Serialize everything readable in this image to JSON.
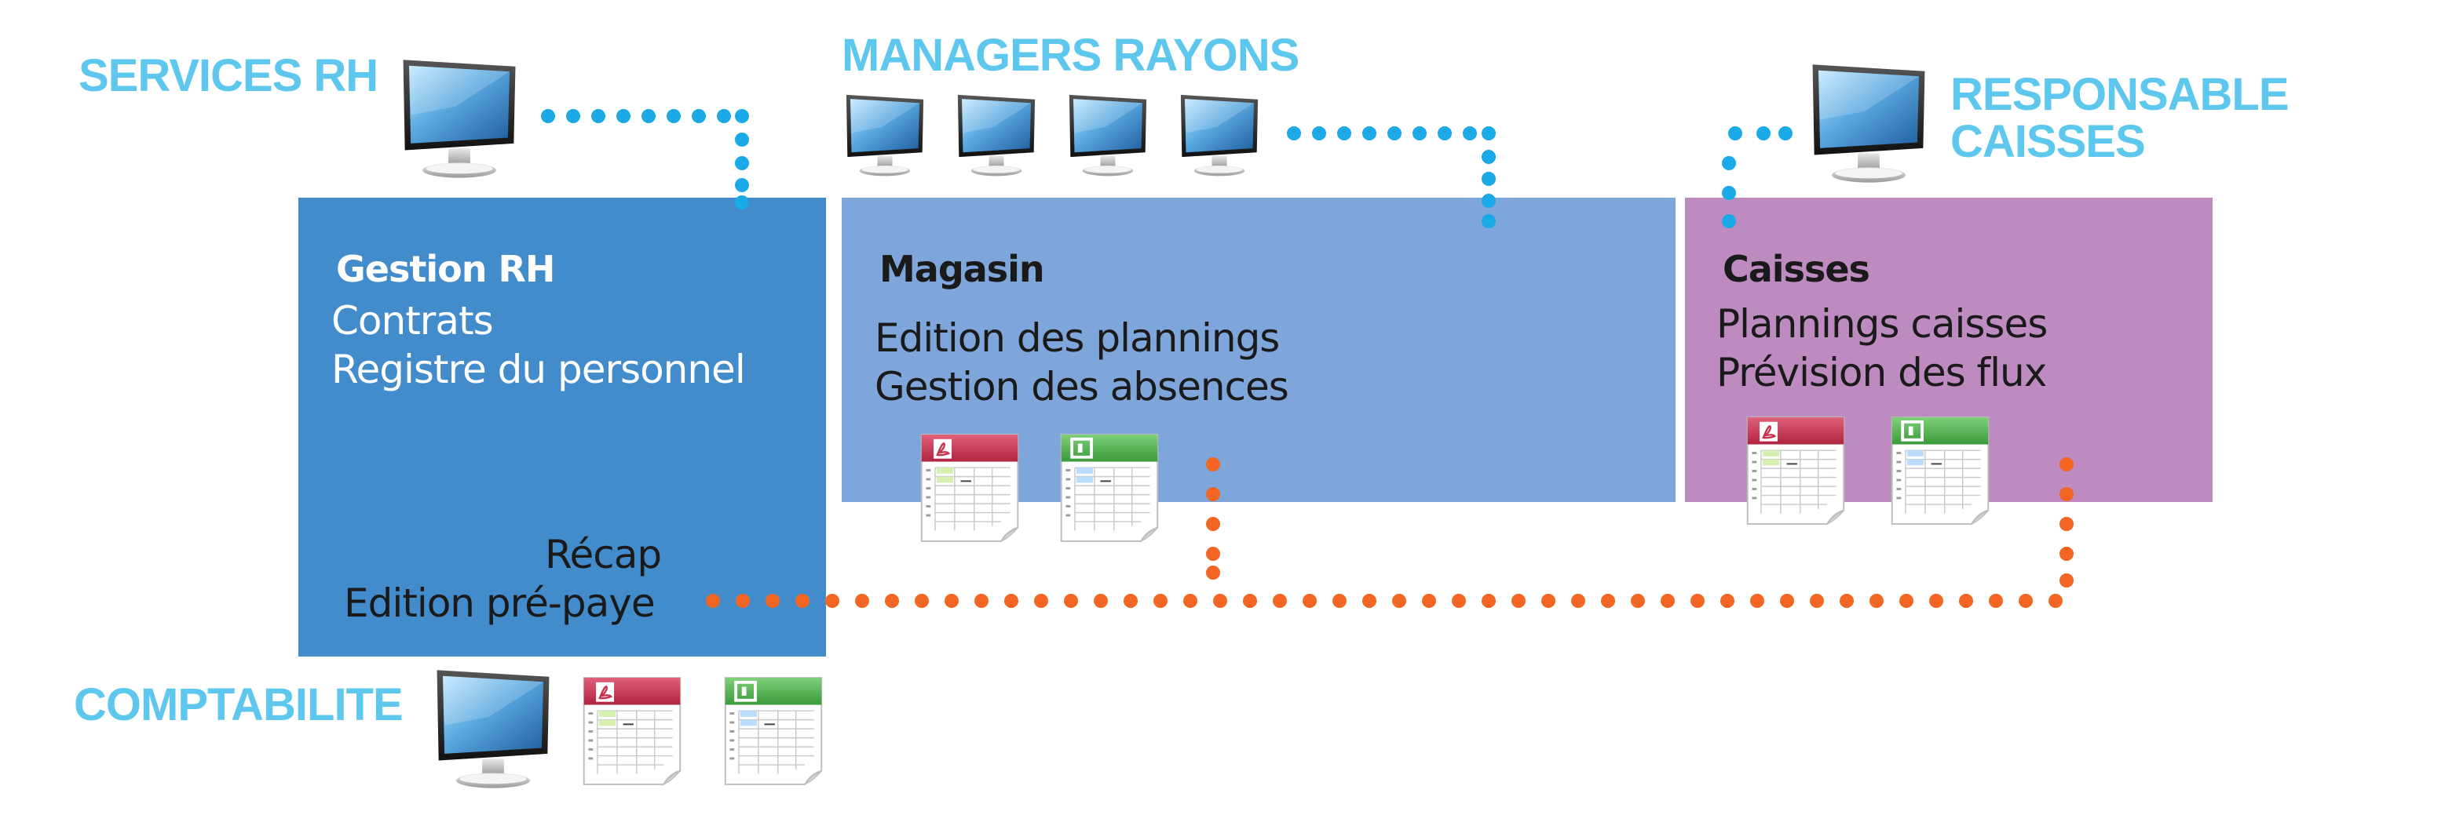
{
  "colors": {
    "rh_box": "#438ccc",
    "magasin_box": "#7ea6da",
    "caisses_box": "#bd8bc0",
    "label_cyan": "#5ec7ee",
    "dots_blue": "#1aaae8",
    "dots_orange": "#f26522",
    "pdf_accent": "#c8324f",
    "sheet_accent": "#4aa64a"
  },
  "labels": {
    "services_rh": "SERVICES RH",
    "managers_rayons": "MANAGERS RAYONS",
    "responsable_caisses_line1": "RESPONSABLE",
    "responsable_caisses_line2": "CAISSES",
    "comptabilite": "COMPTABILITE"
  },
  "boxes": {
    "rh": {
      "title": "Gestion RH",
      "line1": "Contrats",
      "line2": "Registre du personnel",
      "line3": "Récap",
      "line4": "Edition pré-paye"
    },
    "magasin": {
      "title": "Magasin",
      "line1": "Edition des plannings",
      "line2": "Gestion des absences"
    },
    "caisses": {
      "title": "Caisses",
      "line1": "Plannings caisses",
      "line2": "Prévision des flux"
    }
  },
  "icons": {
    "computer": "computer-monitor-icon",
    "pdf": "pdf-document-icon",
    "spreadsheet": "spreadsheet-document-icon"
  }
}
